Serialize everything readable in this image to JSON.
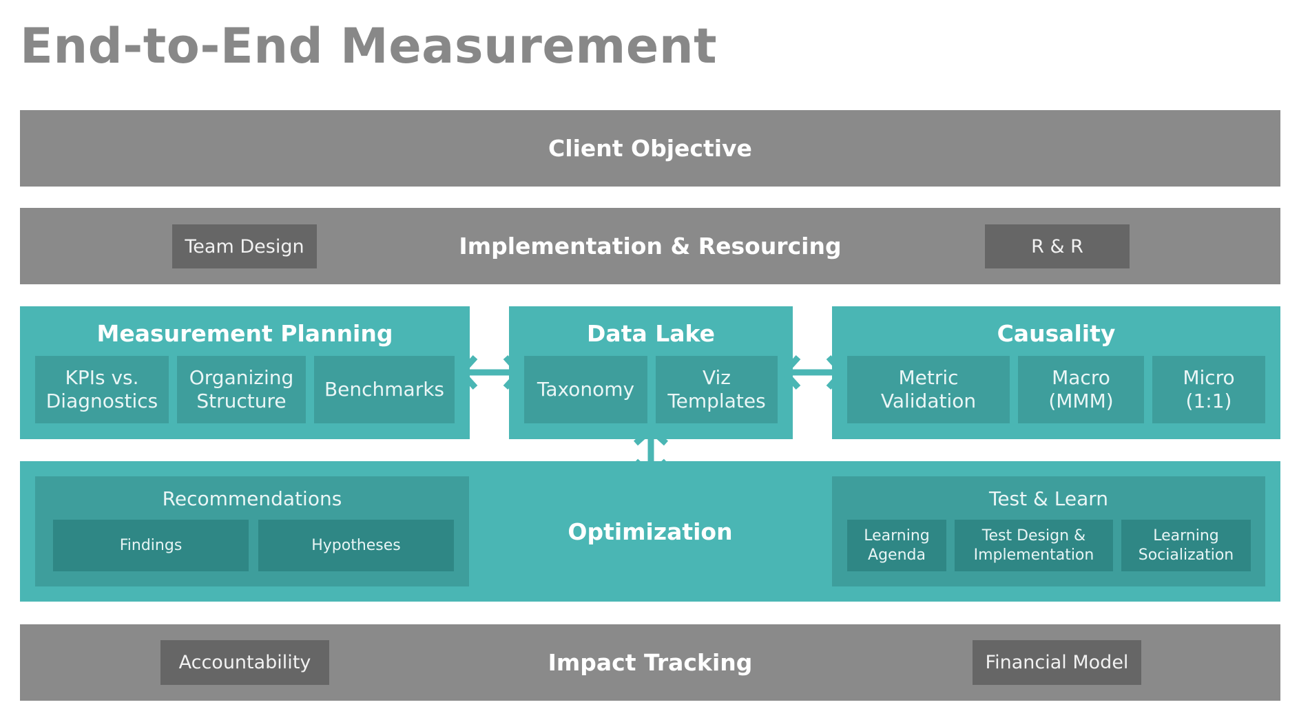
{
  "title": "End-to-End Measurement",
  "client_objective": {
    "label": "Client Objective"
  },
  "implementation": {
    "label": "Implementation & Resourcing",
    "left": "Team Design",
    "right": "R & R"
  },
  "measurement_planning": {
    "title": "Measurement Planning",
    "items": [
      "KPIs vs.\nDiagnostics",
      "Organizing\nStructure",
      "Benchmarks"
    ]
  },
  "data_lake": {
    "title": "Data Lake",
    "items": [
      "Taxonomy",
      "Viz\nTemplates"
    ]
  },
  "causality": {
    "title": "Causality",
    "items": [
      "Metric\nValidation",
      "Macro\n(MMM)",
      "Micro\n(1:1)"
    ]
  },
  "optimization": {
    "label": "Optimization",
    "recommendations": {
      "title": "Recommendations",
      "items": [
        "Findings",
        "Hypotheses"
      ]
    },
    "test_learn": {
      "title": "Test & Learn",
      "items": [
        "Learning\nAgenda",
        "Test Design &\nImplementation",
        "Learning\nSocialization"
      ]
    }
  },
  "impact_tracking": {
    "label": "Impact Tracking",
    "left": "Accountability",
    "right": "Financial Model"
  },
  "colors": {
    "gray_band": "#8a8a8a",
    "dark_box": "#666666",
    "teal": "#4ab6b4",
    "teal_dark": "#3e9e9c",
    "teal_darker": "#2f8785",
    "title_gray": "#888888"
  }
}
